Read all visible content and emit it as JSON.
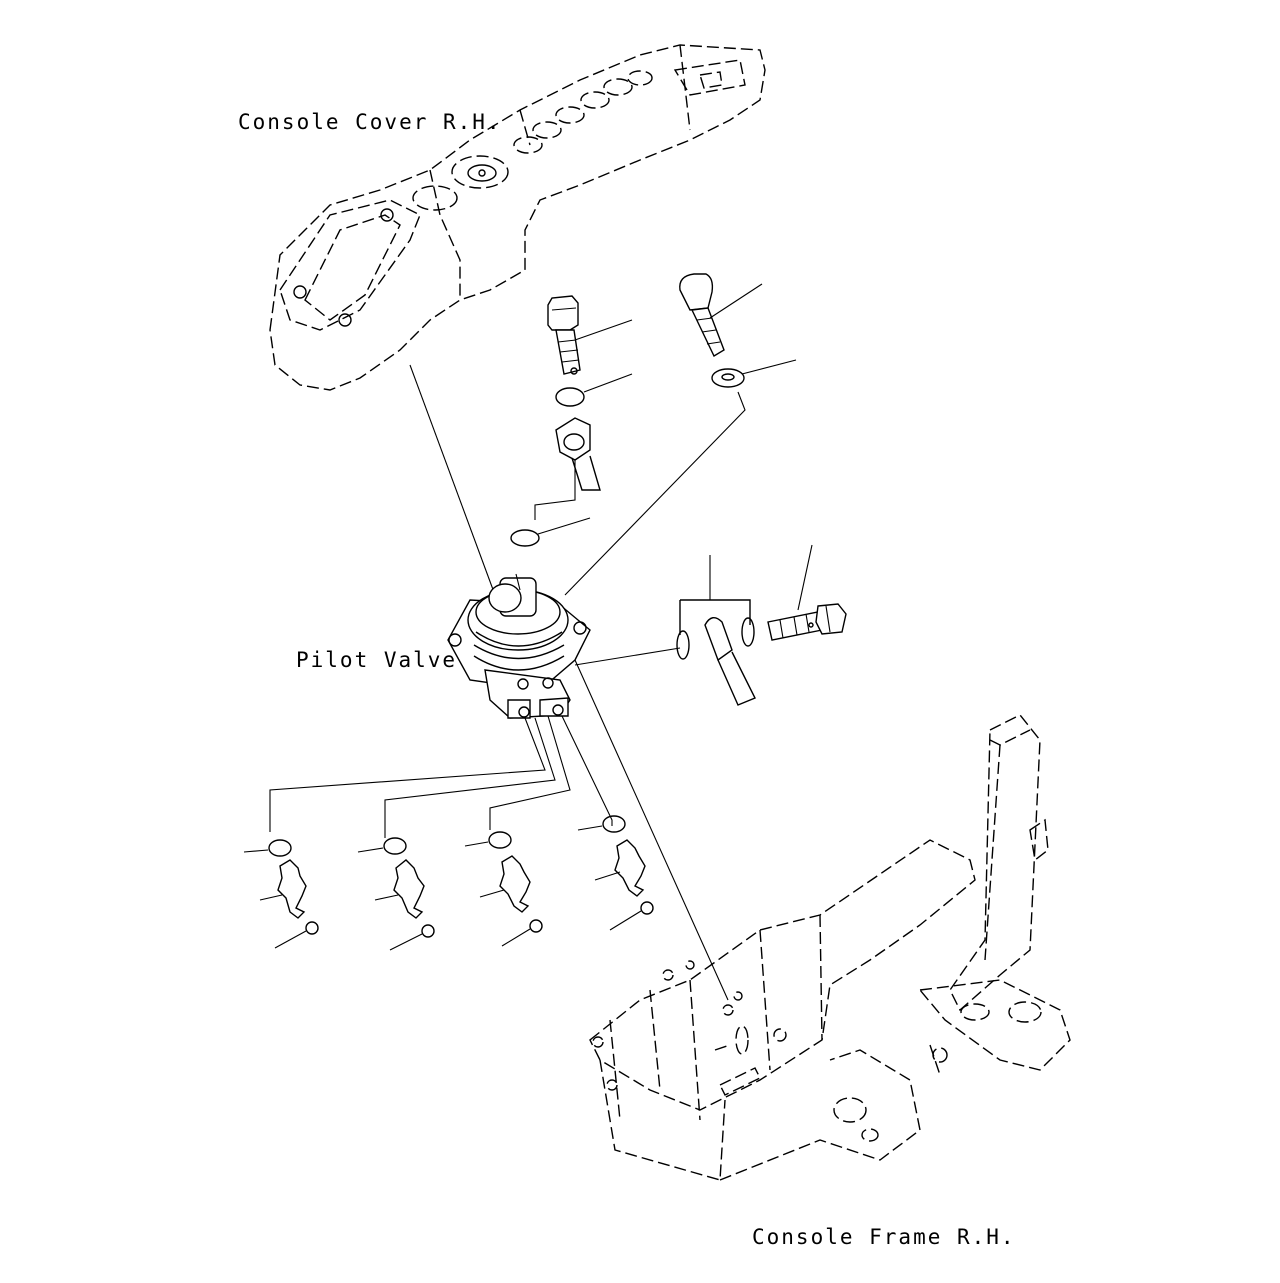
{
  "labels": {
    "console_cover": "Console Cover R.H.",
    "pilot_valve": "Pilot Valve",
    "console_frame": "Console Frame R.H."
  },
  "colors": {
    "line": "#000000",
    "background": "#ffffff"
  }
}
